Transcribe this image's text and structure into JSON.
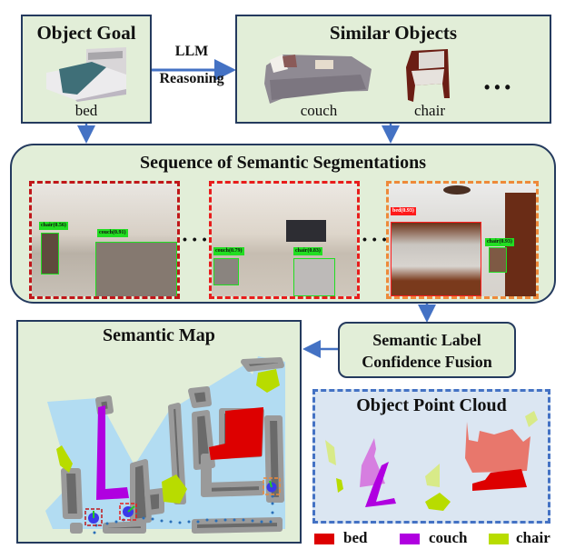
{
  "object_goal": {
    "title": "Object Goal",
    "image_icon": "bed-photo",
    "label": "bed"
  },
  "llm_arrow": {
    "line1": "LLM",
    "line2": "Reasoning"
  },
  "similar_objects": {
    "title": "Similar Objects",
    "items": [
      {
        "label": "couch",
        "image_icon": "couch-photo"
      },
      {
        "label": "chair",
        "image_icon": "chair-photo"
      }
    ],
    "ellipsis": "• • •"
  },
  "segmentations": {
    "title": "Sequence of Semantic Segmentations",
    "ellipsis": "• • •",
    "frames": [
      {
        "border_color": "#c0161a",
        "detections": [
          {
            "label": "chair(0.56)",
            "color": "#22dd22"
          },
          {
            "label": "couch(0.91)",
            "color": "#22dd22"
          }
        ]
      },
      {
        "border_color": "#e81c1c",
        "detections": [
          {
            "label": "couch(0.79)",
            "color": "#22dd22"
          },
          {
            "label": "chair(0.83)",
            "color": "#22dd22"
          }
        ]
      },
      {
        "border_color": "#ee8a3a",
        "detections": [
          {
            "label": "bed(0.93)",
            "color": "#ff1a1a"
          },
          {
            "label": "chair(0.93)",
            "color": "#22dd22"
          }
        ]
      }
    ]
  },
  "fusion": {
    "line1": "Semantic Label",
    "line2": "Confidence Fusion"
  },
  "semantic_map": {
    "title": "Semantic Map"
  },
  "point_cloud": {
    "title": "Object Point Cloud"
  },
  "legend": [
    {
      "label": "bed",
      "color": "#dd0000"
    },
    {
      "label": "couch",
      "color": "#b000e0"
    },
    {
      "label": "chair",
      "color": "#b8dc00"
    }
  ],
  "colors": {
    "panel_fill": "#e2eed8",
    "panel_border": "#243a5e",
    "arrow": "#4472c4",
    "map_free": "#b2dcf2",
    "map_obstacle": "#6a6a6a",
    "map_inflation": "#9a9a9a",
    "point_cloud_fill": "#dbe6f2",
    "point_cloud_border": "#4472c4",
    "agent": "#3a3ae8",
    "path_dots": "#2a6fb8"
  }
}
